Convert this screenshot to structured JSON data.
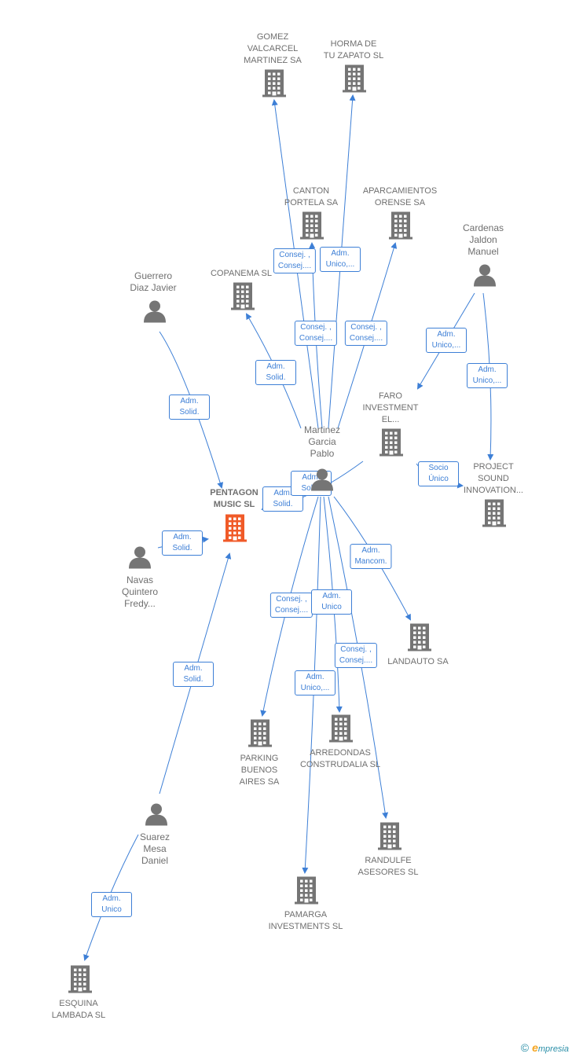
{
  "colors": {
    "edge": "#3d7fd6",
    "company": "#757575",
    "focus": "#f05a28",
    "person": "#757575"
  },
  "nodes": [
    {
      "id": "gomez",
      "type": "company",
      "label": "GOMEZ\nVALCARCEL\nMARTINEZ SA"
    },
    {
      "id": "horma",
      "type": "company",
      "label": "HORMA DE\nTU ZAPATO  SL"
    },
    {
      "id": "canton",
      "type": "company",
      "label": "CANTON\nPORTELA SA"
    },
    {
      "id": "aparca",
      "type": "company",
      "label": "APARCAMIENTOS\nORENSE SA"
    },
    {
      "id": "cardenas",
      "type": "person",
      "label": "Cardenas\nJaldon\nManuel"
    },
    {
      "id": "guerrero",
      "type": "person",
      "label": "Guerrero\nDiaz Javier"
    },
    {
      "id": "copanema",
      "type": "company",
      "label": "COPANEMA  SL"
    },
    {
      "id": "faro",
      "type": "company",
      "label": "FARO\nINVESTMENT\nEL..."
    },
    {
      "id": "martinez",
      "type": "person",
      "label": "Martinez\nGarcia\nPablo"
    },
    {
      "id": "project",
      "type": "company",
      "label": "PROJECT\nSOUND\nINNOVATION..."
    },
    {
      "id": "pentagon",
      "type": "focus",
      "label": "PENTAGON\nMUSIC  SL"
    },
    {
      "id": "navas",
      "type": "person",
      "label": "Navas\nQuintero\nFredy..."
    },
    {
      "id": "landauto",
      "type": "company",
      "label": "LANDAUTO SA"
    },
    {
      "id": "parking",
      "type": "company",
      "label": "PARKING\nBUENOS\nAIRES SA"
    },
    {
      "id": "arredondas",
      "type": "company",
      "label": "ARREDONDAS\nCONSTRUDALIA SL"
    },
    {
      "id": "suarez",
      "type": "person",
      "label": "Suarez\nMesa\nDaniel"
    },
    {
      "id": "randulfe",
      "type": "company",
      "label": "RANDULFE\nASESORES SL"
    },
    {
      "id": "pamarga",
      "type": "company",
      "label": "PAMARGA\nINVESTMENTS SL"
    },
    {
      "id": "esquina",
      "type": "company",
      "label": "ESQUINA\nLAMBADA  SL"
    }
  ],
  "edges": [
    {
      "from": "martinez",
      "to": "gomez",
      "label": "Consej. ,\nConsej...."
    },
    {
      "from": "martinez",
      "to": "horma",
      "label": "Adm.\nUnico,..."
    },
    {
      "from": "martinez",
      "to": "canton",
      "label": "Consej. ,\nConsej...."
    },
    {
      "from": "martinez",
      "to": "aparca",
      "label": "Consej. ,\nConsej...."
    },
    {
      "from": "martinez",
      "to": "copanema",
      "label": "Adm.\nSolid."
    },
    {
      "from": "cardenas",
      "to": "faro",
      "label": "Adm.\nUnico,..."
    },
    {
      "from": "cardenas",
      "to": "project",
      "label": "Adm.\nUnico,..."
    },
    {
      "from": "faro",
      "to": "project",
      "label": "Socio\nÚnico"
    },
    {
      "from": "guerrero",
      "to": "pentagon",
      "label": "Adm.\nSolid."
    },
    {
      "from": "faro",
      "to": "pentagon",
      "label": "Adm.\nSolid."
    },
    {
      "from": "martinez",
      "to": "pentagon",
      "label": "Adm.\nSolid."
    },
    {
      "from": "navas",
      "to": "pentagon",
      "label": "Adm.\nSolid."
    },
    {
      "from": "suarez",
      "to": "pentagon",
      "label": "Adm.\nSolid."
    },
    {
      "from": "martinez",
      "to": "landauto",
      "label": "Adm.\nMancom."
    },
    {
      "from": "martinez",
      "to": "parking",
      "label": "Consej. ,\nConsej...."
    },
    {
      "from": "martinez",
      "to": "arredondas",
      "label": "Adm.\nUnico"
    },
    {
      "from": "martinez",
      "to": "randulfe",
      "label": "Consej. ,\nConsej...."
    },
    {
      "from": "martinez",
      "to": "pamarga",
      "label": "Adm.\nUnico,..."
    },
    {
      "from": "suarez",
      "to": "esquina",
      "label": "Adm.\nUnico"
    }
  ],
  "brand": {
    "copyright": "©",
    "initial": "e",
    "rest": "mpresia"
  }
}
